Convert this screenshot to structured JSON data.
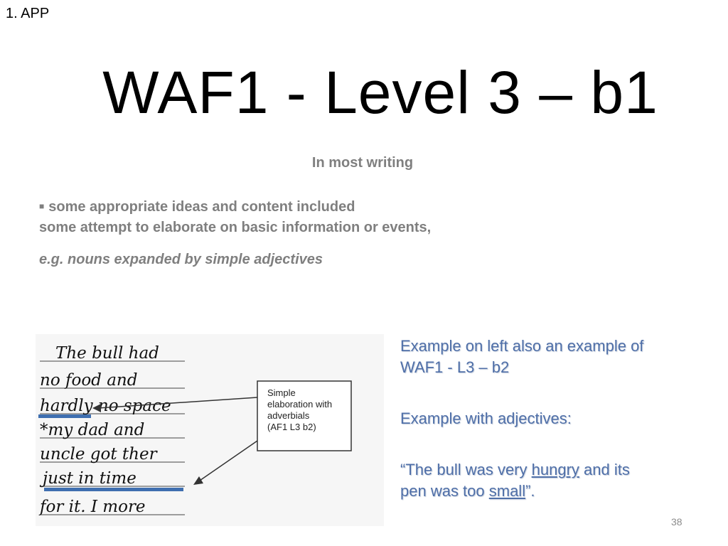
{
  "corner_label": "1. APP",
  "title": "WAF1 - Level 3 – b1",
  "subheading": "In most writing",
  "bullet_line1": "some appropriate ideas and content included",
  "bullet_line2": "some attempt to elaborate on basic information or events,",
  "example_note": "e.g. nouns expanded by simple adjectives",
  "scan": {
    "handwriting_lines": [
      "The bull had",
      "no food and",
      "hardly no space",
      "*my dad and",
      "uncle got ther",
      "just in time",
      "for it. I more"
    ],
    "callout_line1": "Simple",
    "callout_line2": "elaboration with",
    "callout_line3": "adverbials",
    "callout_line4": "(AF1 L3 b2)"
  },
  "side": {
    "line1": "Example on left also an example of",
    "line2": "WAF1 - L3 – b2",
    "line3": "Example with adjectives:",
    "quote_part1": "“The bull was very ",
    "quote_word1": "hungry",
    "quote_part2": " and its",
    "quote_part3": "pen was too ",
    "quote_word2": "small",
    "quote_part4": "”."
  },
  "page_number": "38",
  "colors": {
    "grey_text": "#7f7f7f",
    "blue_text": "#4f6fa8",
    "underline_blue": "#3f6fb0"
  }
}
